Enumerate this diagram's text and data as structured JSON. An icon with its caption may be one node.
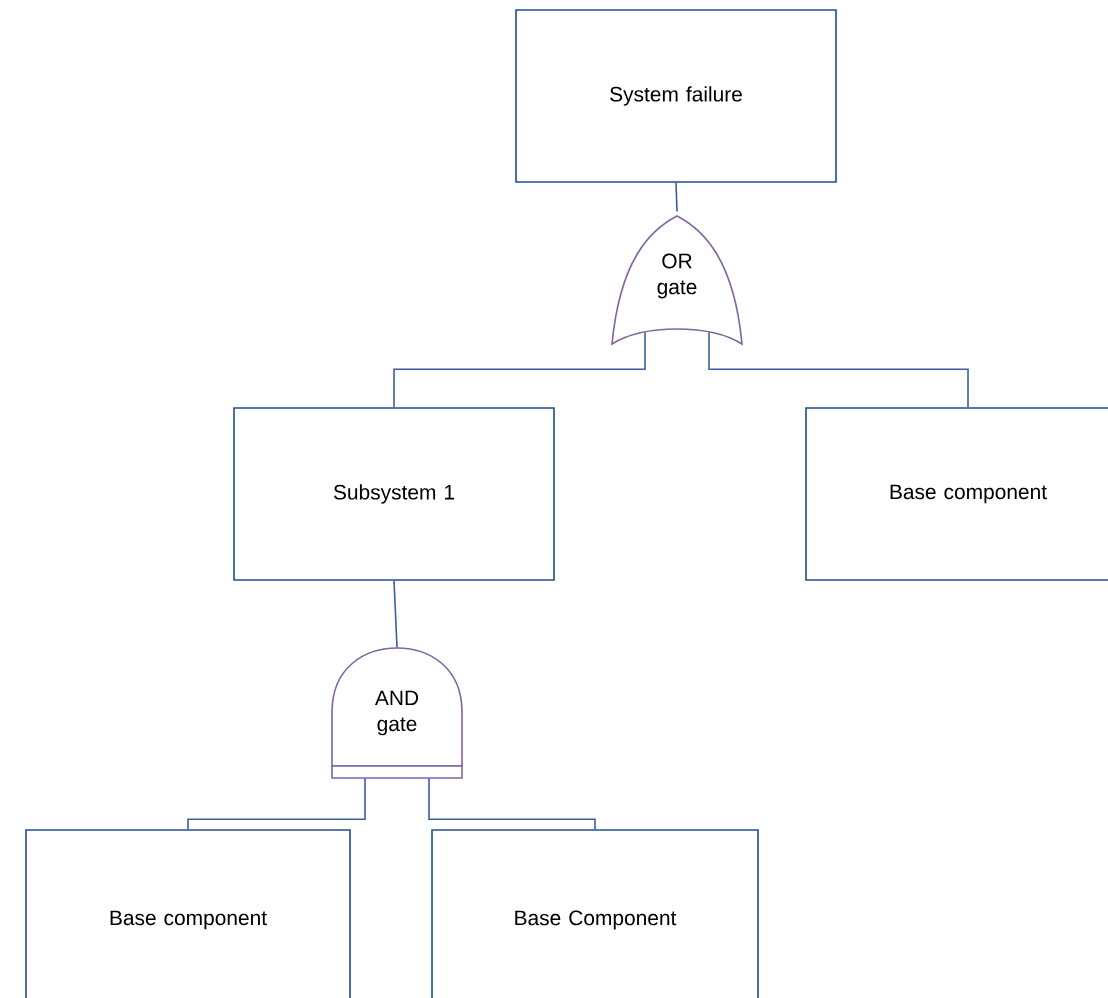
{
  "diagram": {
    "nodes": [
      {
        "text": [
          "System failure"
        ]
      },
      {
        "text": [
          "OR gate"
        ]
      },
      {
        "text": [
          "Subsystem 1"
        ]
      },
      {
        "text": [
          "Base component"
        ]
      },
      {
        "text": [
          "AND gate"
        ]
      },
      {
        "text": [
          "Base component"
        ]
      },
      {
        "text": [
          "Base Component"
        ]
      }
    ],
    "edges": [
      {
        "from": 0,
        "to": 1,
        "arrow": "none"
      },
      {
        "from": 1,
        "to": 2,
        "arrow": "none"
      },
      {
        "from": 1,
        "to": 3,
        "arrow": "none"
      },
      {
        "from": 2,
        "to": 4,
        "arrow": "none"
      },
      {
        "from": 4,
        "to": 5,
        "arrow": "none"
      },
      {
        "from": 4,
        "to": 6,
        "arrow": "none"
      }
    ]
  }
}
